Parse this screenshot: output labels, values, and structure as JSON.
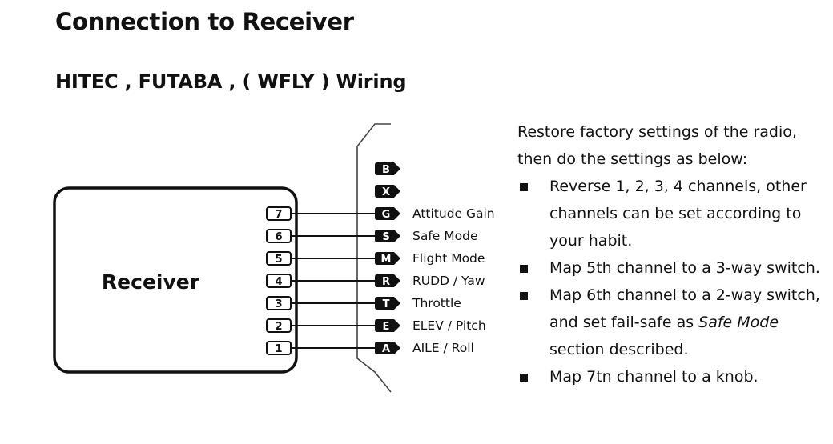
{
  "title": "Connection to Receiver",
  "subtitle": "HITEC , FUTABA , ( WFLY ) Wiring",
  "receiver_label": "Receiver",
  "unused_channels": [
    {
      "letter": "B"
    },
    {
      "letter": "X"
    }
  ],
  "channels": [
    {
      "port": "7",
      "letter": "G",
      "function": "Attitude Gain"
    },
    {
      "port": "6",
      "letter": "S",
      "function": "Safe Mode"
    },
    {
      "port": "5",
      "letter": "M",
      "function": "Flight Mode"
    },
    {
      "port": "4",
      "letter": "R",
      "function": "RUDD / Yaw"
    },
    {
      "port": "3",
      "letter": "T",
      "function": "Throttle"
    },
    {
      "port": "2",
      "letter": "E",
      "function": "ELEV / Pitch"
    },
    {
      "port": "1",
      "letter": "A",
      "function": "AILE / Roll"
    }
  ],
  "instructions": {
    "intro_line1": "Restore factory settings of the radio,",
    "intro_line2": "then do the settings as below:",
    "steps": [
      {
        "text": "Reverse 1, 2, 3, 4 channels, other channels can be set according to your habit."
      },
      {
        "text": "Map 5th channel to a 3-way switch."
      },
      {
        "text_before": "Map 6th channel to a 2-way switch, and set fail-safe as ",
        "text_italic": "Safe Mode",
        "text_after": " section described."
      },
      {
        "text": "Map 7tn channel to a knob."
      }
    ]
  }
}
